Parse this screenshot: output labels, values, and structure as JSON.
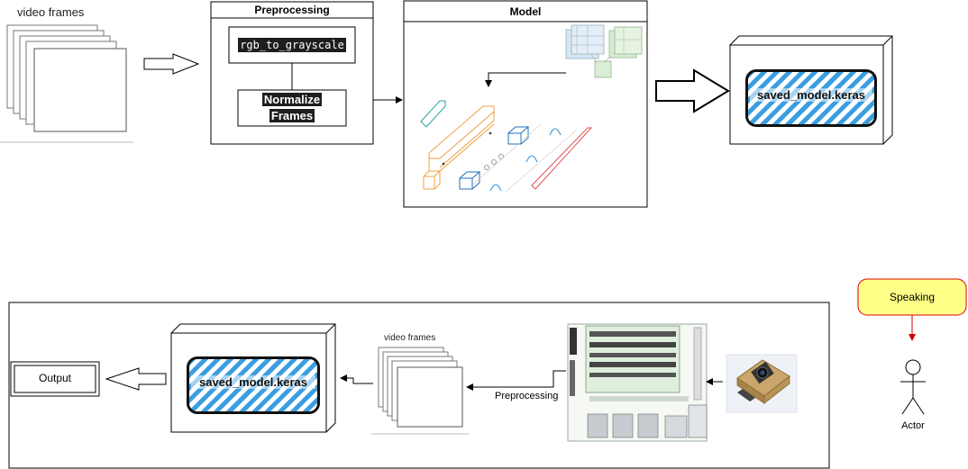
{
  "top": {
    "frames_label": "video frames",
    "preprocessing": {
      "title": "Preprocessing",
      "step1": "rgb_to_grayscale",
      "step2_line1": "Normalize",
      "step2_line2": "Frames"
    },
    "model_title": "Model",
    "saved_model": "saved_model.keras"
  },
  "bottom": {
    "output_label": "Output",
    "saved_model": "saved_model.keras",
    "frames_label": "video frames",
    "preprocessing_label": "Preprocessing"
  },
  "actor": {
    "speech": "Speaking",
    "name": "Actor"
  },
  "colors": {
    "hatch_blue": "#3a9ee0",
    "speech_fill": "#ffff88",
    "speech_border": "#e00000",
    "arrow_red": "#d00000",
    "board_green": "#dfeedd"
  }
}
